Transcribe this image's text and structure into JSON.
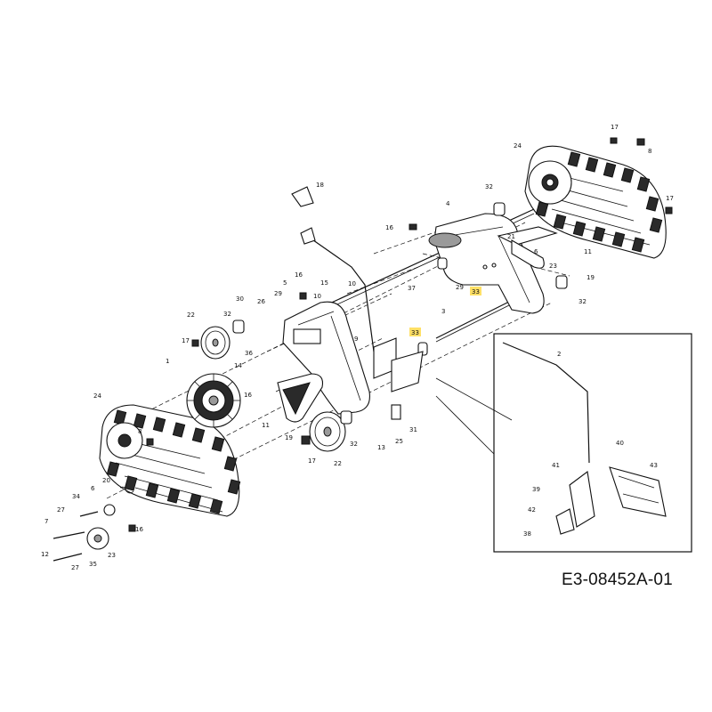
{
  "diagram": {
    "code": "E3-08452A-01",
    "highlight_color": "#ffe066",
    "callouts": {
      "c1": "1",
      "c2": "2",
      "c3": "3",
      "c4": "4",
      "c5": "5",
      "c6a": "6",
      "c6b": "6",
      "c7": "7",
      "c8a": "8",
      "c8b": "8",
      "c9": "9",
      "c10a": "10",
      "c10b": "10",
      "c11a": "11",
      "c11b": "11",
      "c12": "12",
      "c13": "13",
      "c14": "14",
      "c15": "15",
      "c16a": "16",
      "c16b": "16",
      "c16c": "16",
      "c16d": "16",
      "c17a": "17",
      "c17b": "17",
      "c17c": "17",
      "c17d": "17",
      "c18": "18",
      "c19a": "19",
      "c19b": "19",
      "c20": "20",
      "c21": "21",
      "c22a": "22",
      "c22b": "22",
      "c23a": "23",
      "c23b": "23",
      "c24a": "24",
      "c24b": "24",
      "c25": "25",
      "c26": "26",
      "c27a": "27",
      "c27b": "27",
      "c29a": "29",
      "c29b": "29",
      "c30": "30",
      "c31": "31",
      "c32a": "32",
      "c32b": "32",
      "c32c": "32",
      "c32d": "32",
      "c33a": "33",
      "c33b": "33",
      "c34": "34",
      "c35": "35",
      "c36": "36",
      "c37": "37",
      "c38": "38",
      "c39": "39",
      "c40": "40",
      "c41": "41",
      "c42": "42",
      "c43": "43"
    }
  }
}
